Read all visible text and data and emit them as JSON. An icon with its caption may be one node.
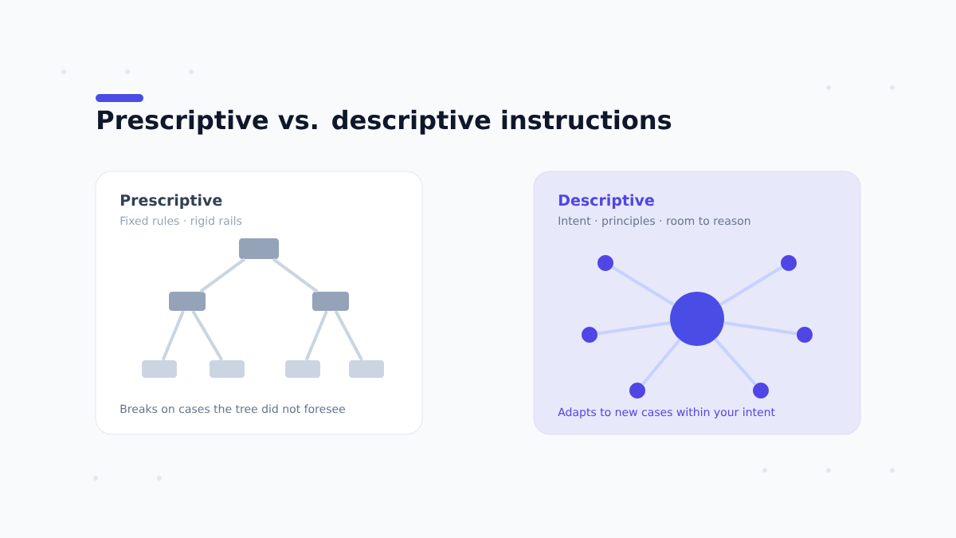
{
  "diagram": {
    "title": "Prescriptive vs. descriptive instructions",
    "nodes": [
      {
        "text": [
          "Prescriptive",
          "Fixed rules · rigid rails",
          "Breaks on cases the tree did not foresee"
        ]
      },
      {
        "text": [],
        "shape": "box",
        "in": 0
      },
      {
        "text": [],
        "shape": "box",
        "in": 0
      },
      {
        "text": [],
        "shape": "box",
        "in": 0
      },
      {
        "text": [],
        "shape": "box",
        "in": 0
      },
      {
        "text": [],
        "shape": "box",
        "in": 0
      },
      {
        "text": [],
        "shape": "box",
        "in": 0
      },
      {
        "text": [],
        "shape": "box",
        "in": 0
      },
      {
        "text": [
          "Descriptive",
          "Intent · principles · room to reason",
          "Adapts to new cases within your intent"
        ]
      },
      {
        "text": [],
        "shape": "circle",
        "in": 8
      },
      {
        "text": [],
        "shape": "circle",
        "in": 8
      },
      {
        "text": [],
        "shape": "circle",
        "in": 8
      },
      {
        "text": [],
        "shape": "circle",
        "in": 8
      },
      {
        "text": [],
        "shape": "circle",
        "in": 8
      },
      {
        "text": [],
        "shape": "circle",
        "in": 8
      },
      {
        "text": [],
        "shape": "circle",
        "in": 8
      }
    ],
    "edges": [
      {
        "from": 1,
        "to": 2,
        "arrow": "none"
      },
      {
        "from": 1,
        "to": 3,
        "arrow": "none"
      },
      {
        "from": 2,
        "to": 4,
        "arrow": "none"
      },
      {
        "from": 2,
        "to": 5,
        "arrow": "none"
      },
      {
        "from": 3,
        "to": 6,
        "arrow": "none"
      },
      {
        "from": 3,
        "to": 7,
        "arrow": "none"
      },
      {
        "from": 9,
        "to": 10,
        "arrow": "none"
      },
      {
        "from": 9,
        "to": 11,
        "arrow": "none"
      },
      {
        "from": 9,
        "to": 12,
        "arrow": "none"
      },
      {
        "from": 9,
        "to": 13,
        "arrow": "none"
      },
      {
        "from": 9,
        "to": 14,
        "arrow": "none"
      },
      {
        "from": 9,
        "to": 15,
        "arrow": "none"
      }
    ]
  }
}
